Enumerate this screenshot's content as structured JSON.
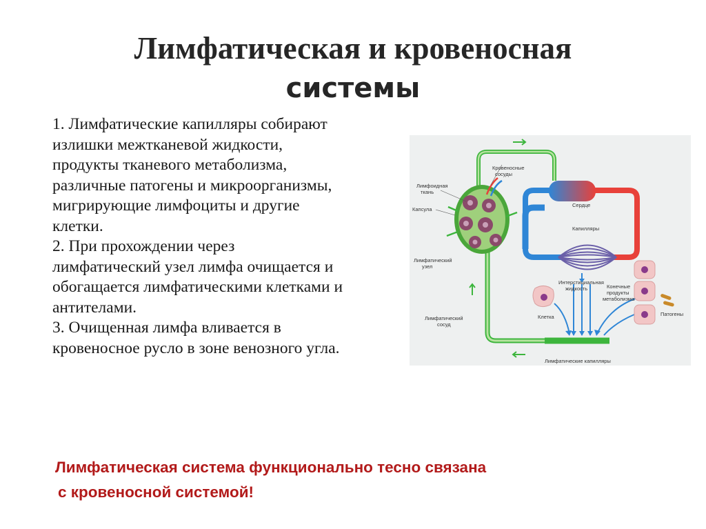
{
  "slide": {
    "title_lines": [
      "Лимфатическая  и кровеносная",
      "системы"
    ],
    "body_lines": [
      "1. Лимфатические капилляры собирают",
      "излишки межтканевой жидкости,",
      "продукты тканевого метаболизма,",
      "различные патогены и микроорганизмы,",
      "мигрирующие лимфоциты и другие",
      "клетки.",
      "2. При прохождении через",
      "лимфатический узел лимфа очищается и",
      "обогащается лимфатическими клетками и",
      "антителами.",
      "3. Очищенная лимфа вливается в",
      "кровеносное русло в зоне венозного угла."
    ],
    "note_lines": [
      "Лимфатическая система функционально тесно связана",
      "с кровеносной системой!"
    ]
  },
  "figure": {
    "labels": {
      "blood_vessels": [
        "Кровеносные",
        "сосуды"
      ],
      "lymph_tissue": [
        "Лимфоидная",
        "ткань"
      ],
      "capsule": "Капсула",
      "lymph_node": [
        "Лимфатический",
        "узел"
      ],
      "heart": "Сердце",
      "capillaries": "Капилляры",
      "interstitial_fluid": [
        "Интерстициальная",
        "жидкость"
      ],
      "metabolic_products": [
        "Конечные",
        "продукты",
        "метаболизма"
      ],
      "cell": "Клетка",
      "pathogens": "Патогены",
      "lymph_vessel": [
        "Лимфатический",
        "сосуд"
      ],
      "lymph_capillaries": "Лимфатические капилляры"
    },
    "colors": {
      "lymph": "#3db53d",
      "lymph_light": "#a9dd8c",
      "artery": "#e8413a",
      "vein": "#2f86d6",
      "node_tissue": "#8a4a6a",
      "cell_fill": "#f2c6c6",
      "cell_nucleus": "#8a3a8a",
      "background": "#eef0f0"
    }
  }
}
